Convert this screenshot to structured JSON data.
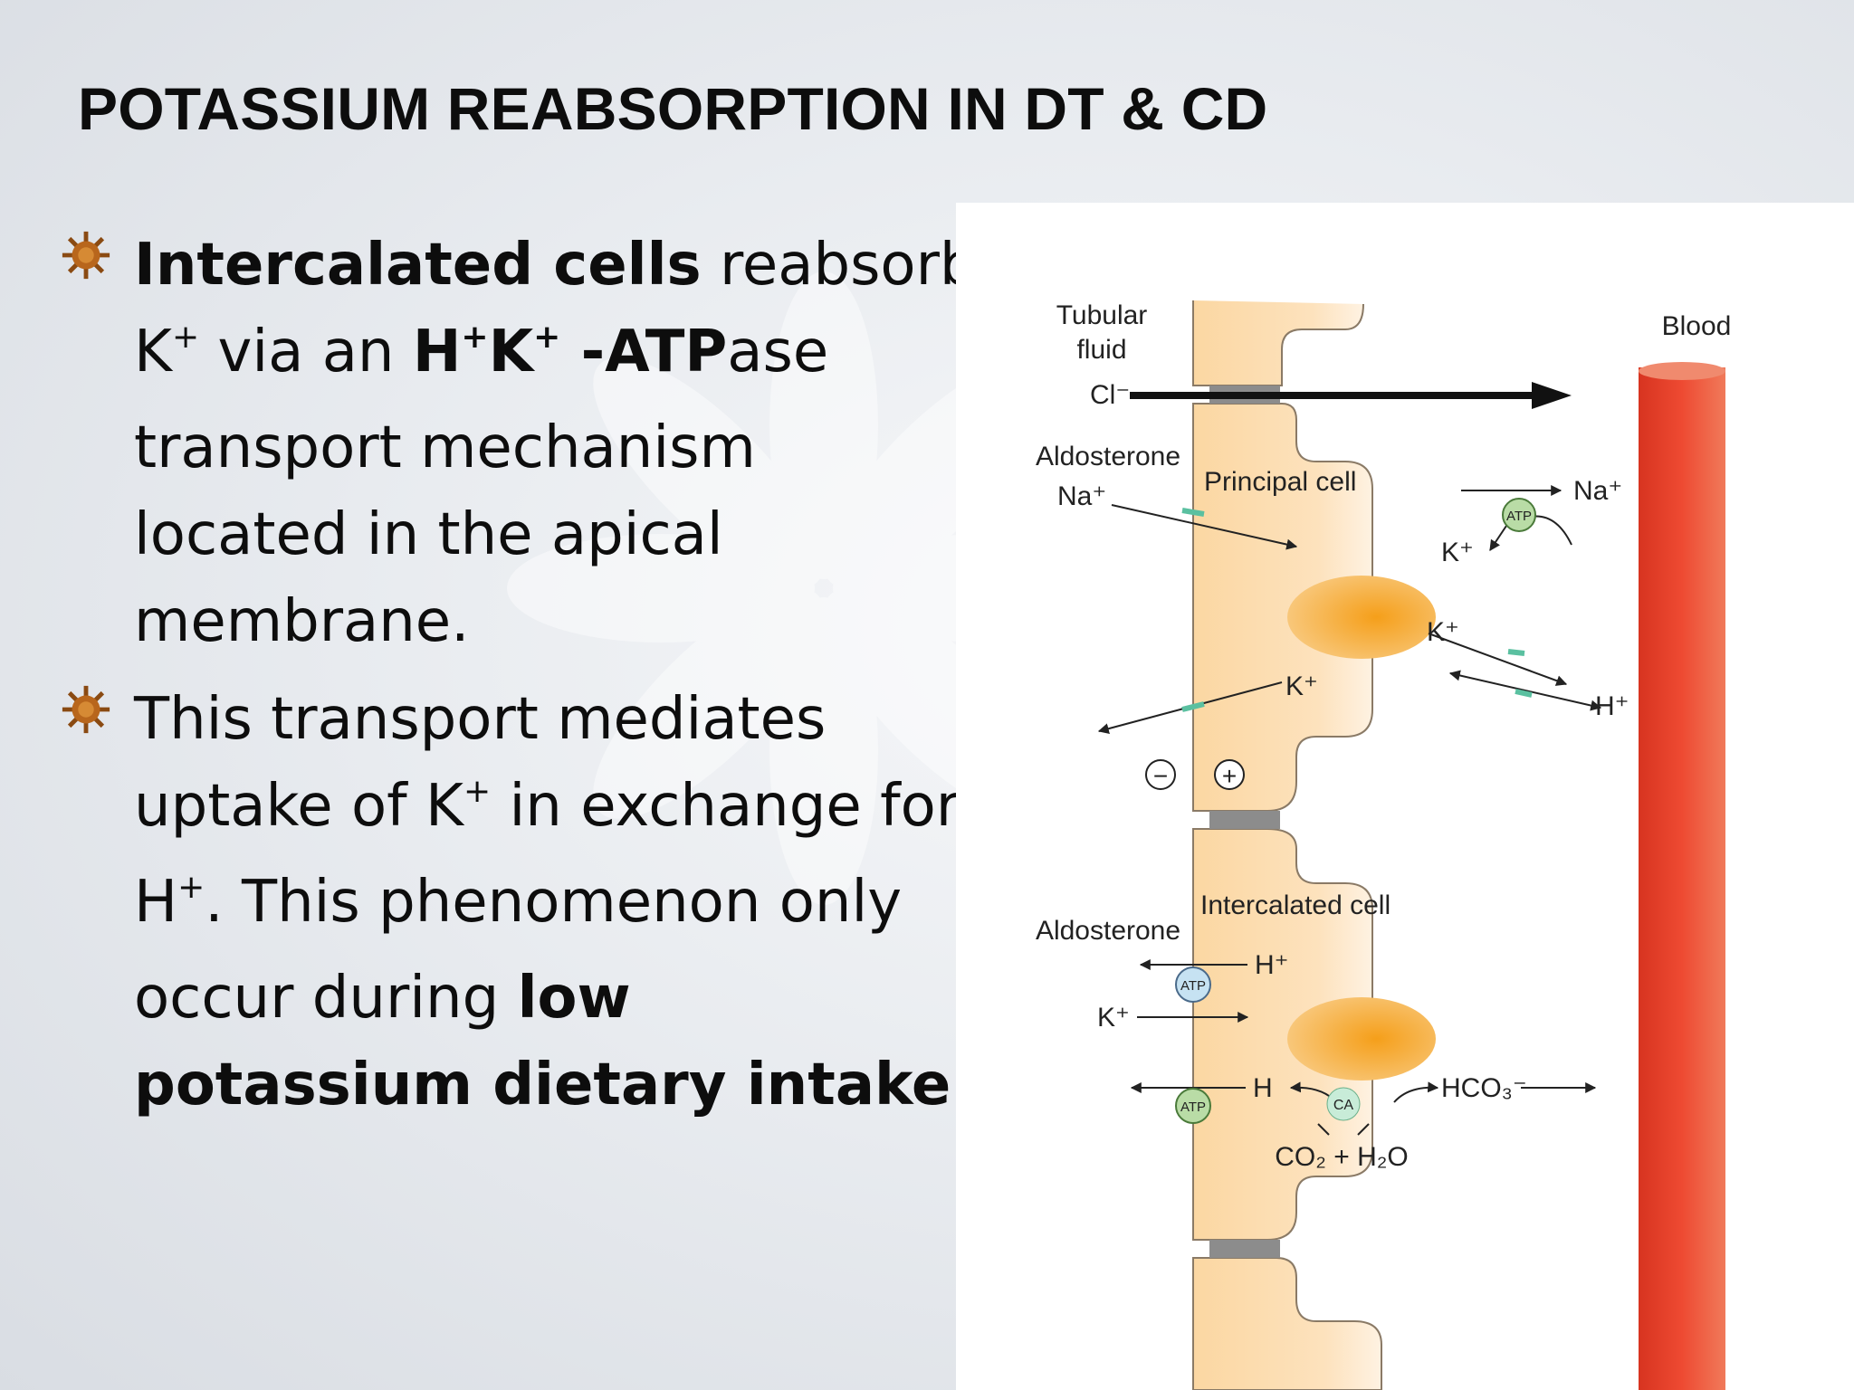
{
  "slide": {
    "title": "POTASSIUM REABSORPTION IN DT & CD",
    "bullets": [
      {
        "lines": [
          [
            {
              "t": "Intercalated cells",
              "b": true
            },
            {
              "t": " reabsorb"
            }
          ],
          [
            {
              "t": "K"
            },
            {
              "t": "+",
              "sup": true
            },
            {
              "t": " via an "
            },
            {
              "t": "H",
              "b": true
            },
            {
              "t": "+",
              "sup": true,
              "b": true
            },
            {
              "t": "K",
              "b": true
            },
            {
              "t": "+",
              "sup": true,
              "b": true
            },
            {
              "t": " -ATP",
              "b": true
            },
            {
              "t": "ase"
            }
          ],
          [
            {
              "t": "transport mechanism"
            }
          ],
          [
            {
              "t": "located in the apical"
            }
          ],
          [
            {
              "t": "membrane."
            }
          ]
        ]
      },
      {
        "lines": [
          [
            {
              "t": "This transport mediates"
            }
          ],
          [
            {
              "t": "uptake of K"
            },
            {
              "t": "+",
              "sup": true
            },
            {
              "t": " in exchange for"
            }
          ],
          [
            {
              "t": "H"
            },
            {
              "t": "+",
              "sup": true
            },
            {
              "t": ". This phenomenon only"
            }
          ],
          [
            {
              "t": "occur during "
            },
            {
              "t": "low",
              "b": true
            }
          ],
          [
            {
              "t": "potassium dietary intake",
              "b": true
            },
            {
              "t": "."
            }
          ]
        ]
      }
    ]
  },
  "diagram": {
    "tubular_fluid_line1": "Tubular",
    "tubular_fluid_line2": "fluid",
    "blood": "Blood",
    "cl": "Cl⁻",
    "aldosterone_top": "Aldosterone",
    "na_in": "Na⁺",
    "principal_cell": "Principal cell",
    "atp": "ATP",
    "na_out": "Na⁺",
    "k_pump": "K⁺",
    "k_mid": "K⁺",
    "h_out": "H⁺",
    "k_lumen": "K⁺",
    "minus": "−",
    "plus": "+",
    "intercalated_cell": "Intercalated cell",
    "aldosterone_bottom": "Aldosterone",
    "h_plus": "H⁺",
    "k_in": "K⁺",
    "h": "H",
    "ca": "CA",
    "hco3": "HCO₃⁻",
    "co2_h2o": "CO₂ + H₂O",
    "colors": {
      "cell": "#fbd39a",
      "nucleus": "#f6a623",
      "vessel": "#e8402a",
      "atp_green": "#b9dca6",
      "atp_blue": "#c6e2f2"
    }
  }
}
